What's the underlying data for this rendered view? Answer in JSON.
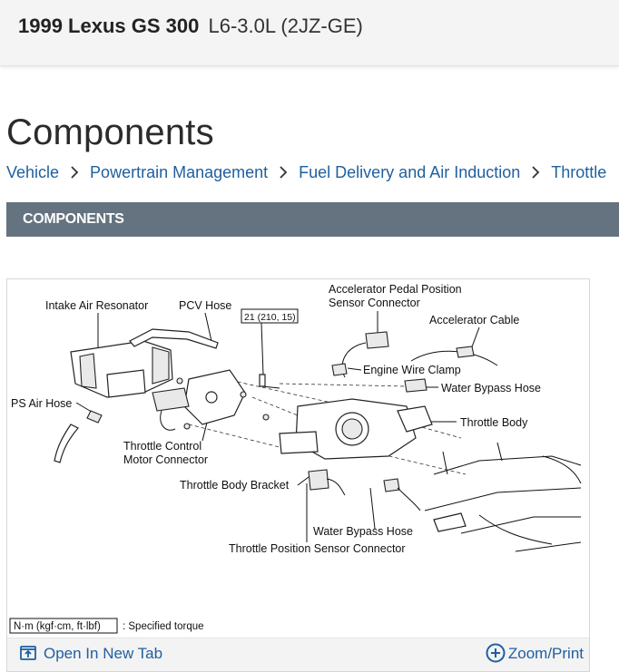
{
  "vehicle": {
    "make_model": "1999 Lexus GS 300",
    "engine": "L6-3.0L (2JZ-GE)"
  },
  "page": {
    "title": "Components"
  },
  "breadcrumb": [
    "Vehicle",
    "Powertrain Management",
    "Fuel Delivery and Air Induction",
    "Throttle"
  ],
  "section": {
    "header": "COMPONENTS"
  },
  "figure": {
    "labels": {
      "intake_air_resonator": "Intake Air Resonator",
      "pcv_hose": "PCV Hose",
      "torque_value": "21 (210, 15)",
      "accel_pedal_sensor_line1": "Accelerator Pedal Position",
      "accel_pedal_sensor_line2": "Sensor Connector",
      "accelerator_cable": "Accelerator Cable",
      "engine_wire_clamp": "Engine Wire Clamp",
      "water_bypass_hose_top": "Water Bypass Hose",
      "ps_air_hose": "PS Air Hose",
      "throttle_body": "Throttle Body",
      "throttle_control_line1": "Throttle Control",
      "throttle_control_line2": "Motor Connector",
      "throttle_body_bracket": "Throttle Body Bracket",
      "water_bypass_hose_bottom": "Water Bypass Hose",
      "throttle_position_sensor": "Throttle Position Sensor Connector",
      "torque_unit": "N·m (kgf·cm, ft·lbf)",
      "torque_note": ": Specified torque"
    }
  },
  "actions": {
    "open_new_tab": "Open In New Tab",
    "zoom_print": "Zoom/Print"
  },
  "colors": {
    "link": "#1f5f9f",
    "section_bar": "#657381",
    "topbar": "#f4f4f4"
  }
}
